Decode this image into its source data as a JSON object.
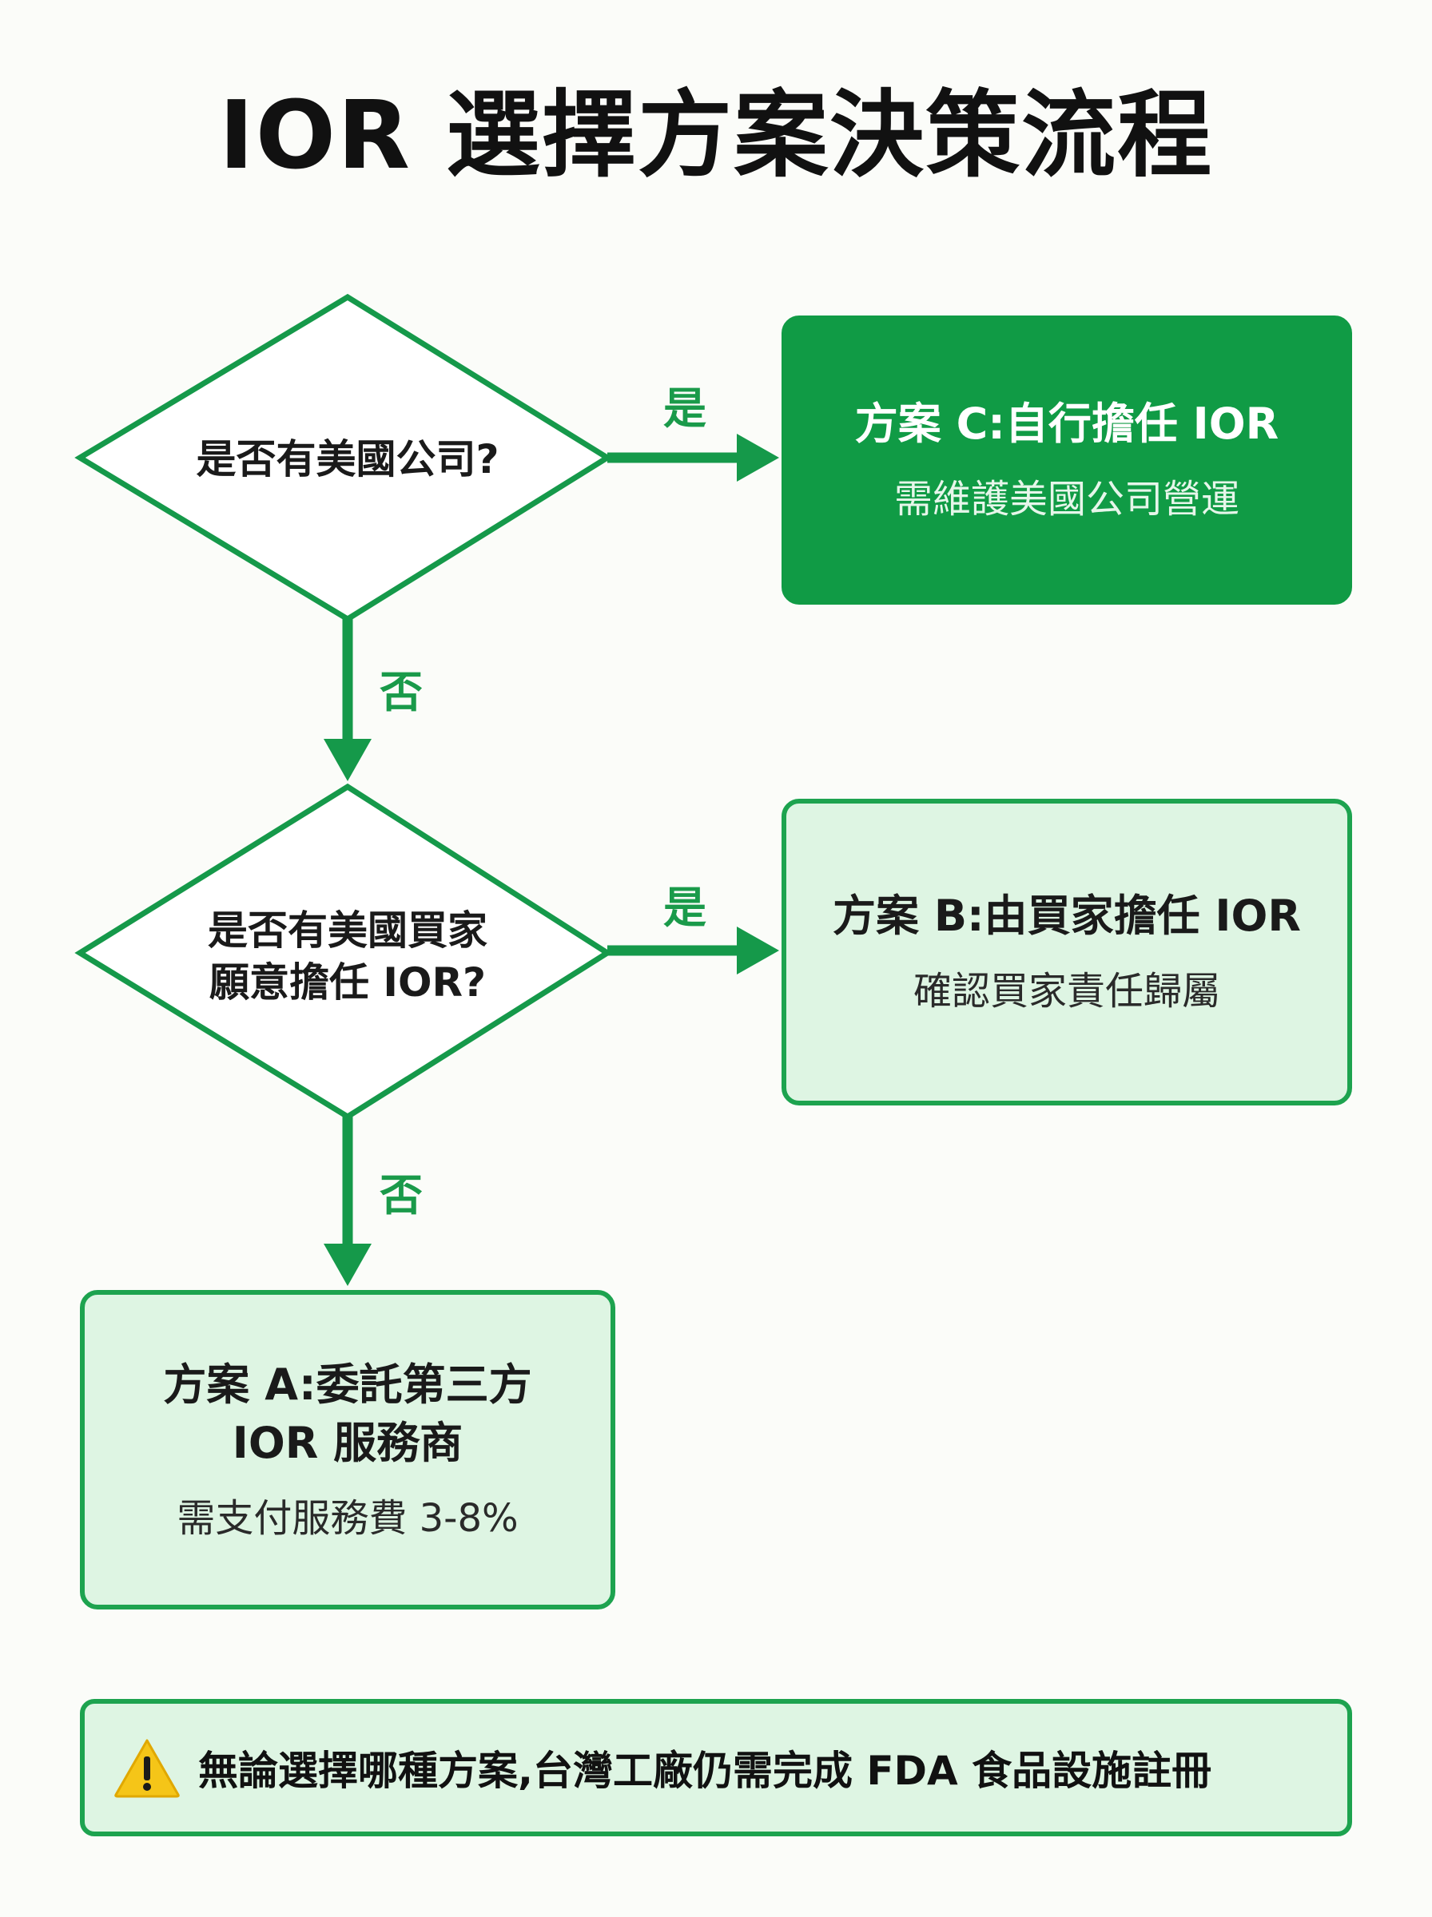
{
  "title": "IOR 選擇方案決策流程",
  "decisions": [
    {
      "label_lines": [
        "是否有美國公司?"
      ]
    },
    {
      "label_lines": [
        "是否有美國買家",
        "願意擔任 IOR?"
      ]
    }
  ],
  "edges": {
    "yes_label": "是",
    "no_label": "否"
  },
  "options": {
    "plan_c": {
      "title": "方案 C:自行擔任 IOR",
      "subtitle": "需維護美國公司營運"
    },
    "plan_b": {
      "title": "方案 B:由買家擔任 IOR",
      "subtitle": "確認買家責任歸屬"
    },
    "plan_a": {
      "title_lines": [
        "方案 A:委託第三方",
        "IOR 服務商"
      ],
      "subtitle": "需支付服務費 3-8%"
    }
  },
  "note": {
    "icon": "warning-icon",
    "text": "無論選擇哪種方案,台灣工廠仍需完成 FDA 食品設施註冊"
  },
  "colors": {
    "accent": "#109b45",
    "light_fill": "#def5e3",
    "border": "#1da34f",
    "warning": "#f5c518"
  }
}
